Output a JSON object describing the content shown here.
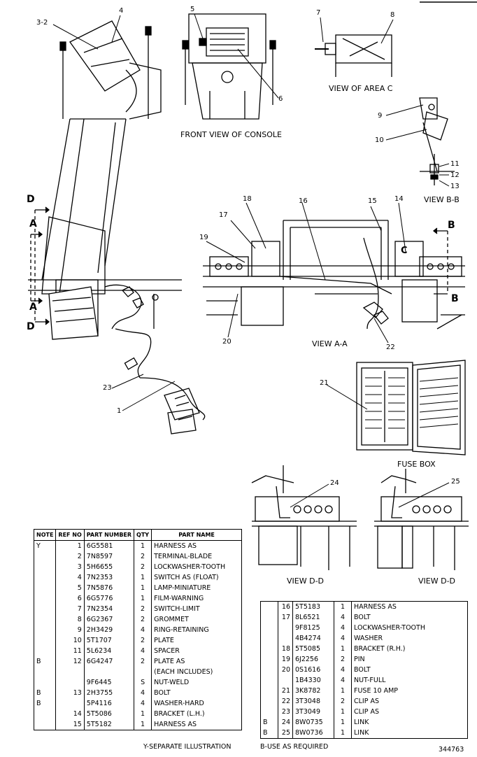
{
  "callouts": [
    "3-2",
    "4",
    "5",
    "6",
    "7",
    "8",
    "9",
    "10",
    "11",
    "12",
    "13",
    "14",
    "15",
    "16",
    "17",
    "18",
    "19",
    "20",
    "21",
    "22",
    "23",
    "1",
    "24",
    "25"
  ],
  "section_marks": {
    "d": "D",
    "a": "A",
    "b": "B",
    "c": "C"
  },
  "captions": {
    "front_view": "FRONT VIEW OF CONSOLE",
    "view_area_c": "VIEW OF AREA C",
    "view_bb": "VIEW B-B",
    "view_aa": "VIEW A-A",
    "fuse_box": "FUSE BOX",
    "view_dd": "VIEW D-D"
  },
  "left_table": {
    "headers": {
      "note": "NOTE",
      "ref": "REF NO",
      "part": "PART NUMBER",
      "qty": "QTY",
      "name": "PART NAME"
    },
    "rows": [
      {
        "note": "Y",
        "ref": "1",
        "pn": "6G5581",
        "qty": "1",
        "name": "HARNESS AS"
      },
      {
        "note": "",
        "ref": "2",
        "pn": "7N8597",
        "qty": "2",
        "name": "TERMINAL-BLADE"
      },
      {
        "note": "",
        "ref": "3",
        "pn": "5H6655",
        "qty": "2",
        "name": "LOCKWASHER-TOOTH"
      },
      {
        "note": "",
        "ref": "4",
        "pn": "7N2353",
        "qty": "1",
        "name": "SWITCH AS (FLOAT)"
      },
      {
        "note": "",
        "ref": "5",
        "pn": "7N5876",
        "qty": "1",
        "name": "LAMP-MINIATURE"
      },
      {
        "note": "",
        "ref": "6",
        "pn": "6G5776",
        "qty": "1",
        "name": "FILM-WARNING"
      },
      {
        "note": "",
        "ref": "7",
        "pn": "7N2354",
        "qty": "2",
        "name": "SWITCH-LIMIT"
      },
      {
        "note": "",
        "ref": "8",
        "pn": "6G2367",
        "qty": "2",
        "name": "GROMMET"
      },
      {
        "note": "",
        "ref": "9",
        "pn": "2H3429",
        "qty": "4",
        "name": "RING-RETAINING"
      },
      {
        "note": "",
        "ref": "10",
        "pn": "5T1707",
        "qty": "2",
        "name": "PLATE"
      },
      {
        "note": "",
        "ref": "11",
        "pn": "5L6234",
        "qty": "4",
        "name": "SPACER"
      },
      {
        "note": "B",
        "ref": "12",
        "pn": "6G4247",
        "qty": "2",
        "name": "PLATE AS"
      },
      {
        "note": "",
        "ref": "",
        "pn": "",
        "qty": "",
        "name": "(EACH INCLUDES)"
      },
      {
        "note": "",
        "ref": "",
        "pn": "9F6445",
        "qty": "S",
        "name": "NUT-WELD"
      },
      {
        "note": "B",
        "ref": "13",
        "pn": "2H3755",
        "qty": "4",
        "name": "BOLT"
      },
      {
        "note": "B",
        "ref": "",
        "pn": "5P4116",
        "qty": "4",
        "name": "WASHER-HARD"
      },
      {
        "note": "",
        "ref": "14",
        "pn": "5T5086",
        "qty": "1",
        "name": "BRACKET (L.H.)"
      },
      {
        "note": "",
        "ref": "15",
        "pn": "5T5182",
        "qty": "1",
        "name": "HARNESS AS"
      }
    ]
  },
  "right_table": {
    "rows": [
      {
        "note": "",
        "ref": "16",
        "pn": "5T5183",
        "qty": "1",
        "name": "HARNESS AS"
      },
      {
        "note": "",
        "ref": "17",
        "pn": "8L6521",
        "qty": "4",
        "name": "BOLT"
      },
      {
        "note": "",
        "ref": "",
        "pn": "9F8125",
        "qty": "4",
        "name": "LOCKWASHER-TOOTH"
      },
      {
        "note": "",
        "ref": "",
        "pn": "4B4274",
        "qty": "4",
        "name": "WASHER"
      },
      {
        "note": "",
        "ref": "18",
        "pn": "5T5085",
        "qty": "1",
        "name": "BRACKET (R.H.)"
      },
      {
        "note": "",
        "ref": "19",
        "pn": "6J2256",
        "qty": "2",
        "name": "PIN"
      },
      {
        "note": "",
        "ref": "20",
        "pn": "0S1616",
        "qty": "4",
        "name": "BOLT"
      },
      {
        "note": "",
        "ref": "",
        "pn": "1B4330",
        "qty": "4",
        "name": "NUT-FULL"
      },
      {
        "note": "",
        "ref": "21",
        "pn": "3K8782",
        "qty": "1",
        "name": "FUSE 10 AMP"
      },
      {
        "note": "",
        "ref": "22",
        "pn": "3T3048",
        "qty": "2",
        "name": "CLIP AS"
      },
      {
        "note": "",
        "ref": "23",
        "pn": "3T3049",
        "qty": "1",
        "name": "CLIP AS"
      },
      {
        "note": "B",
        "ref": "24",
        "pn": "8W0735",
        "qty": "1",
        "name": "LINK"
      },
      {
        "note": "B",
        "ref": "25",
        "pn": "8W0736",
        "qty": "1",
        "name": "LINK"
      }
    ]
  },
  "footnotes": {
    "y": "Y-SEPARATE ILLUSTRATION",
    "b": "B-USE AS REQUIRED",
    "illustration_no": "344763"
  }
}
